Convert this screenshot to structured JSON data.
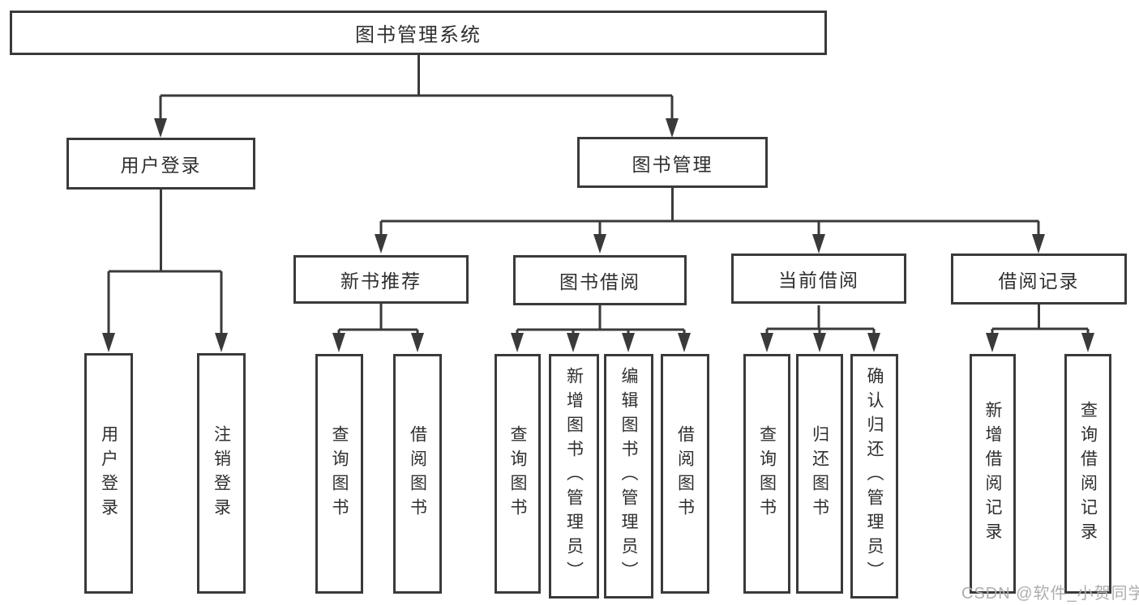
{
  "colors": {
    "line": "#3a3a3a",
    "text": "#2f2f2f",
    "watermark": "#aeaeae",
    "background": "#ffffff"
  },
  "watermark": {
    "text": "CSDN @软件_小贺同学"
  },
  "tree": {
    "label": "图书管理系统",
    "children": [
      {
        "label": "用户登录",
        "children": [
          {
            "label": "用户登录"
          },
          {
            "label": "注销登录"
          }
        ]
      },
      {
        "label": "图书管理",
        "children": [
          {
            "label": "新书推荐",
            "children": [
              {
                "label": "查询图书"
              },
              {
                "label": "借阅图书"
              }
            ]
          },
          {
            "label": "图书借阅",
            "children": [
              {
                "label": "查询图书"
              },
              {
                "label": "新增图书（管理员）"
              },
              {
                "label": "编辑图书（管理员）"
              },
              {
                "label": "借阅图书"
              }
            ]
          },
          {
            "label": "当前借阅",
            "children": [
              {
                "label": "查询图书"
              },
              {
                "label": "归还图书"
              },
              {
                "label": "确认归还（管理员）"
              }
            ]
          },
          {
            "label": "借阅记录",
            "children": [
              {
                "label": "新增借阅记录"
              },
              {
                "label": "查询借阅记录"
              }
            ]
          }
        ]
      }
    ]
  }
}
